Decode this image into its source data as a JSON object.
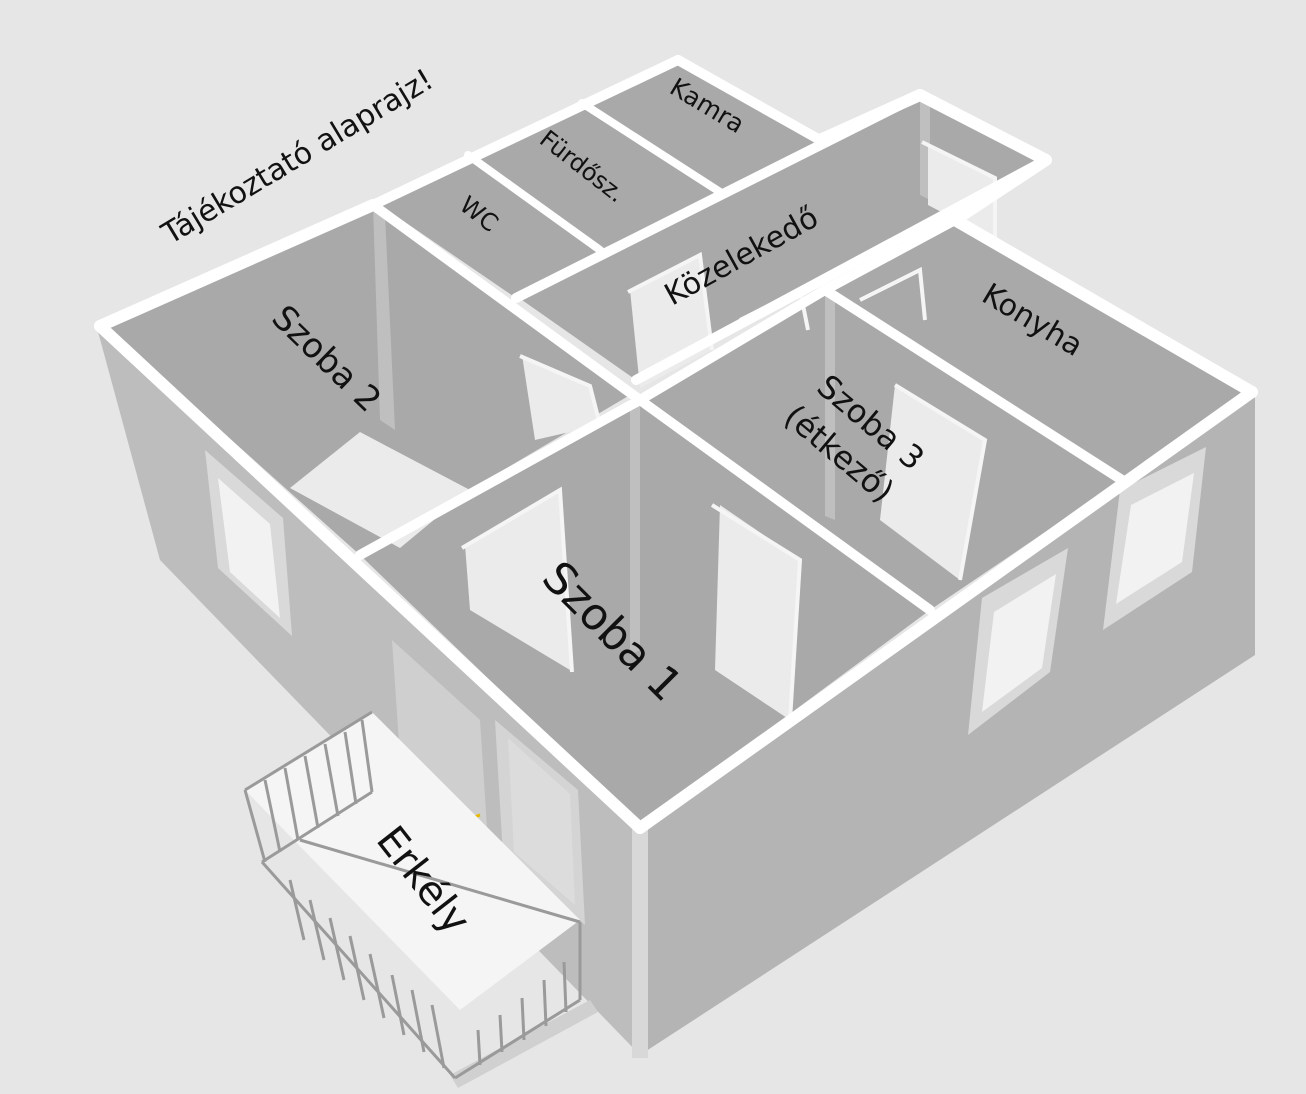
{
  "title": "Tájékoztató alaprajz!",
  "rooms": {
    "kamra": "Kamra",
    "furdo": "Fürdősz.",
    "wc": "WC",
    "kozlekedo": "Közelekedő",
    "szoba2": "Szoba 2",
    "konyha": "Konyha",
    "szoba3_line1": "Szoba 3",
    "szoba3_line2": "(étkező)",
    "szoba1": "Szoba 1",
    "erkely": "Erkély"
  },
  "colors": {
    "background": "#e6e6e6",
    "floor": "#a9a9a9",
    "wall_top": "#ffffff",
    "wall_outer_left": "#bdbdbd",
    "wall_outer_right": "#b4b4b4",
    "door_opening": "#ebebeb",
    "railing": "#9a9a9a",
    "handle": "#e6b800"
  }
}
